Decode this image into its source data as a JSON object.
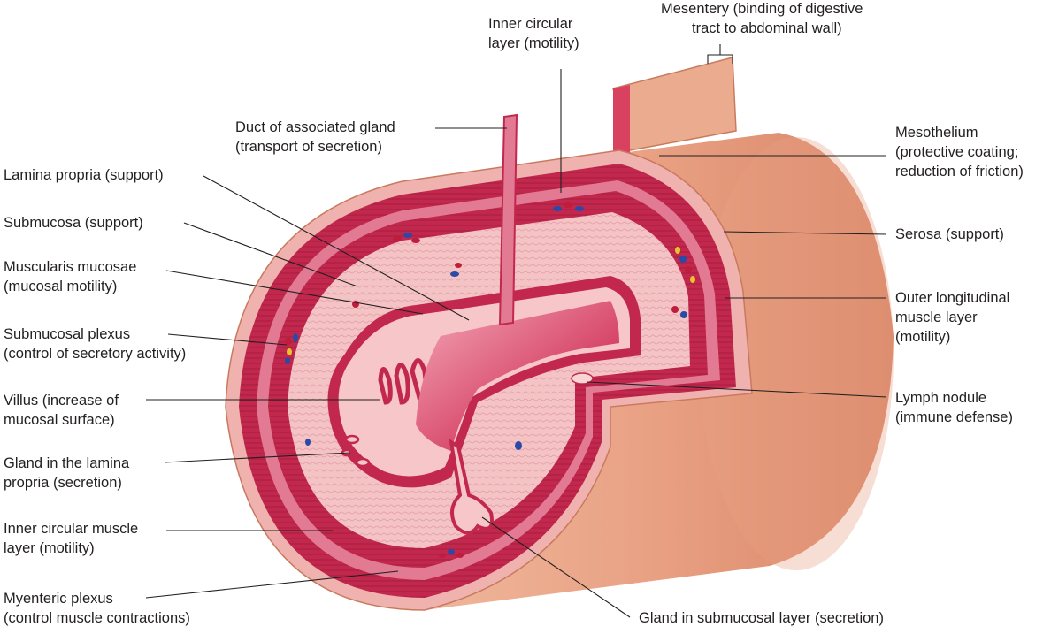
{
  "colors": {
    "tube_outer": "#e9a184",
    "tube_edge": "#c97a5e",
    "muscle": "#c2284e",
    "muscle_light": "#e27a93",
    "submucosa": "#f4c3c4",
    "lumen": "#d84a6c",
    "nerve_red": "#c01c3c",
    "nerve_blue": "#2b4aa8",
    "nerve_yellow": "#e8c32c"
  },
  "labels": {
    "inner_circular_top": [
      "Inner circular",
      "layer (motility)"
    ],
    "mesentery": [
      "Mesentery (binding of digestive",
      "tract to abdominal wall)"
    ],
    "duct": [
      "Duct of associated gland",
      "(transport of secretion)"
    ],
    "mesothelium": [
      "Mesothelium",
      "(protective coating;",
      "reduction of friction)"
    ],
    "lamina_propria": [
      "Lamina propria (support)"
    ],
    "submucosa": [
      "Submucosa (support)"
    ],
    "serosa": [
      "Serosa (support)"
    ],
    "muscularis_mucosae": [
      "Muscularis mucosae",
      "(mucosal motility)"
    ],
    "outer_longitudinal": [
      "Outer longitudinal",
      "muscle layer",
      "(motility)"
    ],
    "submucosal_plexus": [
      "Submucosal plexus",
      "(control of secretory activity)"
    ],
    "villus": [
      "Villus (increase of",
      "mucosal surface)"
    ],
    "lymph_nodule": [
      "Lymph nodule",
      "(immune defense)"
    ],
    "gland_lamina": [
      "Gland in the lamina",
      "propria (secretion)"
    ],
    "inner_circular_muscle": [
      "Inner circular muscle",
      "layer (motility)"
    ],
    "myenteric_plexus": [
      "Myenteric plexus",
      "(control muscle contractions)"
    ],
    "gland_submucosal": [
      "Gland in submucosal layer (secretion)"
    ]
  }
}
